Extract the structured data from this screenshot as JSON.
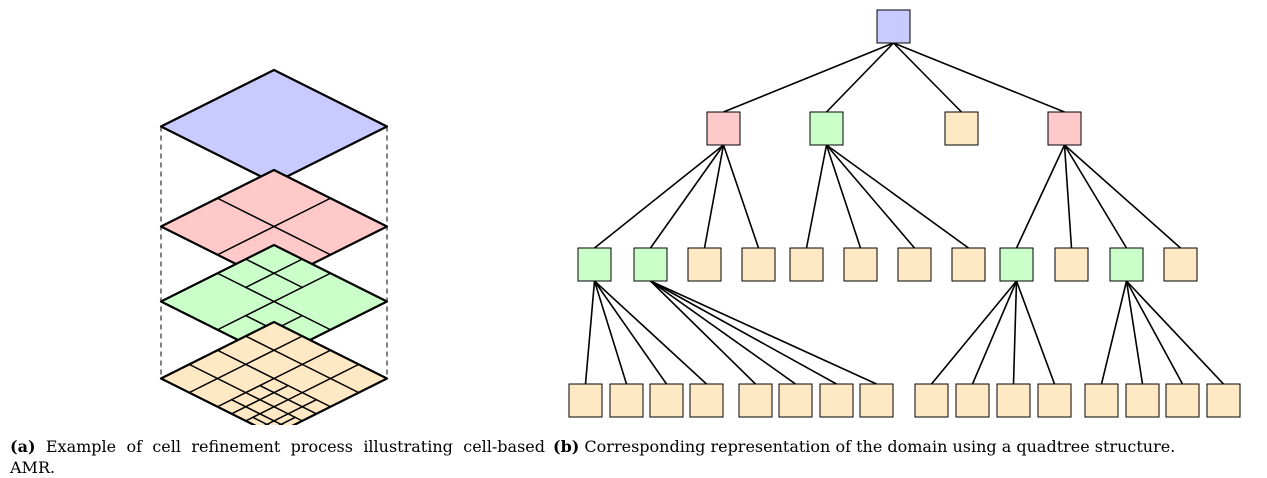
{
  "figure_a": {
    "levels": [
      "level-0",
      "level-1",
      "level-2",
      "level-3"
    ],
    "colors": {
      "level-0": "#c9caff",
      "level-1": "#ffc9ca",
      "level-2": "#caffca",
      "level-3": "#ffe9c4",
      "stroke": "#000000"
    }
  },
  "figure_b": {
    "colors": {
      "root": "#c9caff",
      "level1-refined": "#ffc9ca",
      "level2-refined": "#caffca",
      "leaf": "#ffe9c4"
    }
  },
  "captions": {
    "a_tag": "(a)",
    "a_text": "Example of cell refinement process illustrating cell-based AMR.",
    "b_tag": "(b)",
    "b_text": "Corresponding representation of the domain using a quadtree structure."
  }
}
